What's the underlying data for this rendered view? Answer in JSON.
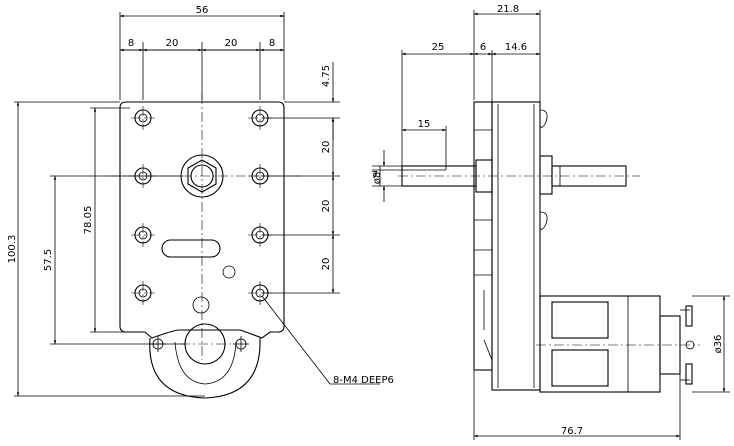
{
  "front_view": {
    "width_total": "56",
    "hole_spacing": [
      "8",
      "20",
      "20",
      "8"
    ],
    "top_margin": "4.75",
    "row_pitch": [
      "20",
      "20",
      "20"
    ],
    "shaft_diameters": [
      "ø8",
      "7"
    ],
    "height_total": "100.3",
    "height_holes": "78.05",
    "height_shaft": "57.5",
    "hole_note": "8-M4 DEEP6"
  },
  "side_view": {
    "length_front": "21.8",
    "shaft_segments": [
      "25",
      "6",
      "14.6"
    ],
    "flat_length": "15",
    "motor_diameter": "ø36",
    "total_length": "76.7"
  }
}
